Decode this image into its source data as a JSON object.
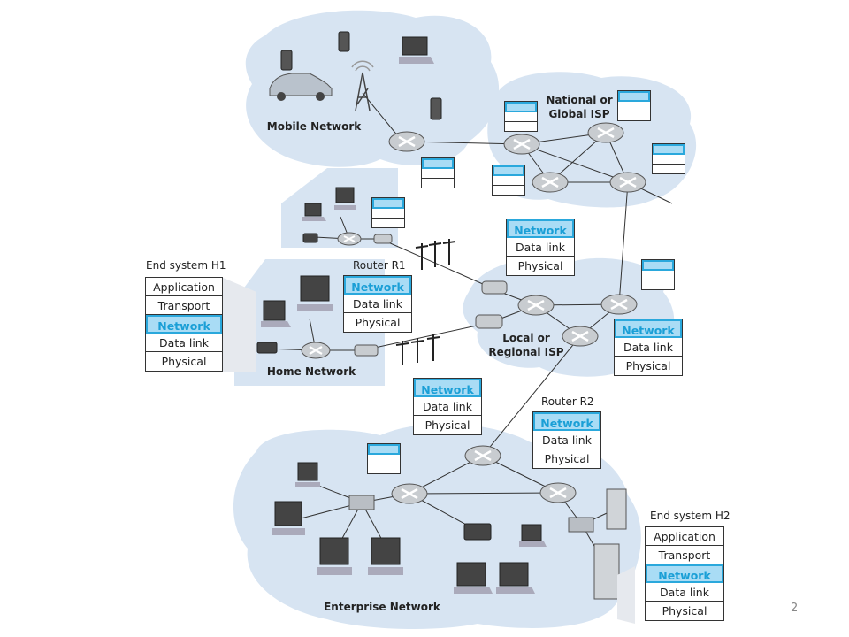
{
  "labels": {
    "mobile_network": "Mobile Network",
    "national_isp_line1": "National or",
    "national_isp_line2": "Global ISP",
    "home_network": "Home Network",
    "local_isp_line1": "Local or",
    "local_isp_line2": "Regional ISP",
    "enterprise_network": "Enterprise Network",
    "end_system_h1": "End system H1",
    "end_system_h2": "End system H2",
    "router_r1": "Router R1",
    "router_r2": "Router R2",
    "page_number": "2"
  },
  "stack_full": [
    "Application",
    "Transport",
    "Network",
    "Data link",
    "Physical"
  ],
  "stack_router": [
    "Network",
    "Data link",
    "Physical"
  ],
  "colors": {
    "cloud": "#d7e4f2",
    "network_fill": "#a9dcf5",
    "network_text": "#1a9fd6",
    "network_border": "#2aa8dc"
  }
}
